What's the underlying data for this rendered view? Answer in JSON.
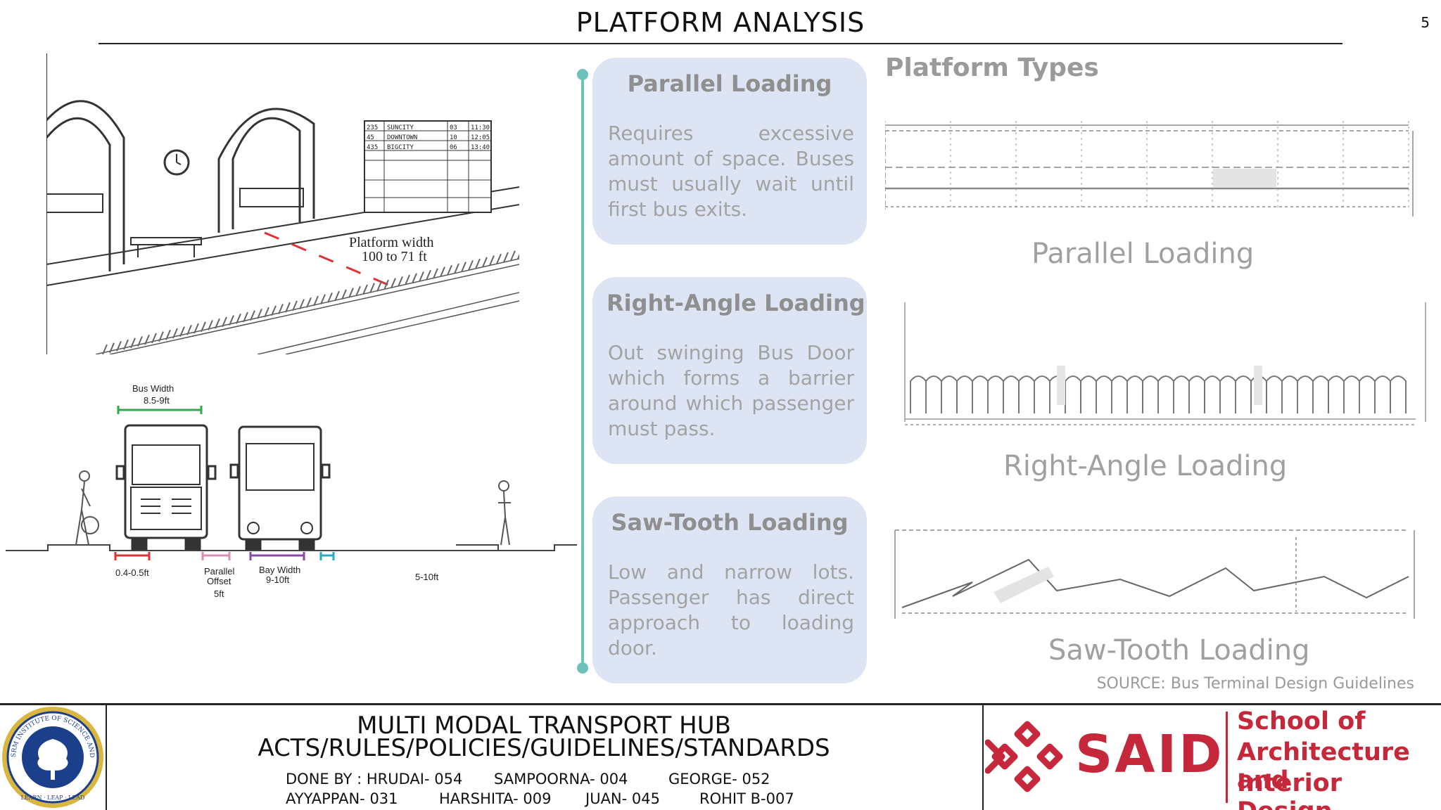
{
  "header": {
    "title": "PLATFORM ANALYSIS",
    "page_number": "5"
  },
  "sketch": {
    "annotation_line1": "Platform width",
    "annotation_line2": "100 to 71 ft",
    "board_rows": [
      [
        "235",
        "SUNCITY",
        "03",
        "11:30"
      ],
      [
        "45",
        "DOWNTOWN",
        "10",
        "12:05"
      ],
      [
        "435",
        "BIGCITY",
        "06",
        "13:40"
      ]
    ]
  },
  "section": {
    "bus_width_label": "Bus Width",
    "bus_width_value": "8.5-9ft",
    "curb_label": "0.4-0.5ft",
    "parallel_offset_line1": "Parallel",
    "parallel_offset_line2": "Offset",
    "parallel_offset_value": "5ft",
    "bay_width_label": "Bay Width",
    "bay_width_value": "9-10ft",
    "side_value": "5-10ft"
  },
  "cards": [
    {
      "title": "Parallel Loading",
      "text": "Requires excessive amount of space. Buses must usually wait until first bus exits."
    },
    {
      "title": "Right-Angle Loading",
      "text": "Out swinging Bus Door which forms a barrier around which passenger must pass."
    },
    {
      "title": "Saw-Tooth Loading",
      "text": "Low and narrow lots. Passenger has direct approach to loading door."
    }
  ],
  "platform_types": {
    "heading": "Platform Types",
    "labels": [
      "Parallel Loading",
      "Right-Angle Loading",
      "Saw-Tooth Loading"
    ],
    "source": "SOURCE: Bus Terminal Design Guidelines"
  },
  "footer": {
    "seal_text": "SRM INSTITUTE OF SCIENCE AND TECHNOLOGY",
    "seal_motto": "LEARN · LEAP · LEAD",
    "project_title": "MULTI MODAL TRANSPORT HUB",
    "project_subtitle": "ACTS/RULES/POLICIES/GUIDELINES/STANDARDS",
    "members_row1": [
      "DONE BY : HRUDAI- 054",
      "SAMPOORNA- 004",
      "GEORGE- 052"
    ],
    "members_row2": [
      "AYYAPPAN- 031",
      "HARSHITA- 009",
      "JUAN- 045",
      "ROHIT B-007"
    ],
    "logo_text": "SAID",
    "school_line1": "School of",
    "school_line2": "Architecture and",
    "school_line3": "Interior Design",
    "brand_color": "#c5283a",
    "accent_color": "#6cc2b8",
    "card_color": "#dde4f3"
  }
}
